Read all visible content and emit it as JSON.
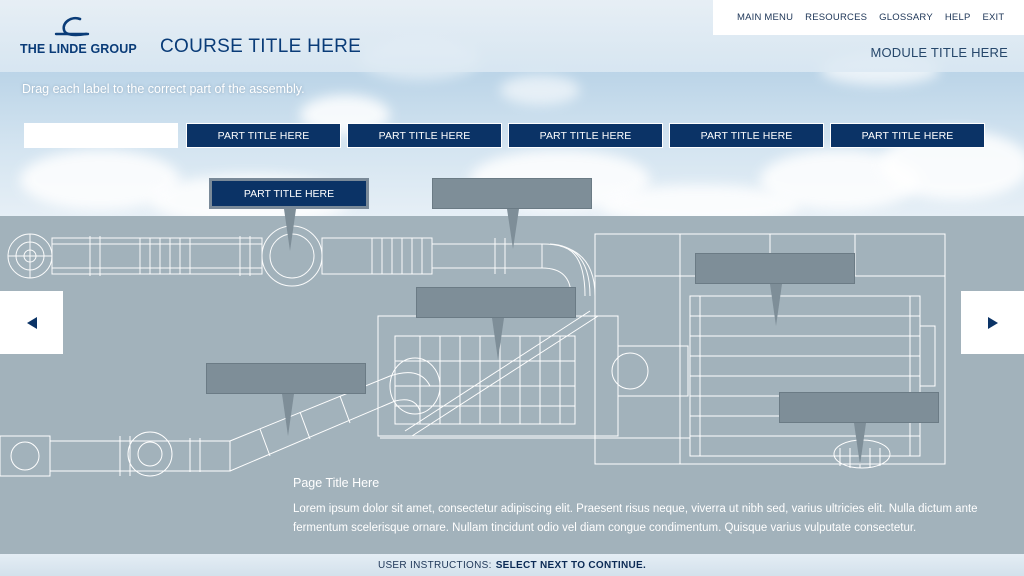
{
  "brand": {
    "name": "THE LINDE GROUP"
  },
  "header": {
    "course_title": "COURSE TITLE HERE",
    "module_title": "MODULE TITLE HERE"
  },
  "nav": {
    "items": [
      "MAIN MENU",
      "RESOURCES",
      "GLOSSARY",
      "HELP",
      "EXIT"
    ],
    "active": "MAIN MENU"
  },
  "instruction": "Drag each label to the correct part of the assembly.",
  "label_bank": [
    "",
    "PART TITLE HERE",
    "PART TITLE HERE",
    "PART TITLE HERE",
    "PART TITLE HERE",
    "PART TITLE HERE"
  ],
  "dropped_label": "PART TITLE HERE",
  "content": {
    "page_title": "Page Title Here",
    "body": "Lorem ipsum dolor sit amet, consectetur adipiscing elit. Praesent risus neque, viverra ut nibh sed, varius ultricies elit. Nulla dictum ante fermentum scelerisque ornare. Nullam tincidunt odio vel diam congue condimentum. Quisque varius vulputate consectetur."
  },
  "footer": {
    "prefix": "USER INSTRUCTIONS:",
    "action": "SELECT NEXT TO CONTINUE."
  },
  "icons": {
    "prev": "triangle-left-icon",
    "next": "triangle-right-icon",
    "logo": "linde-logo-mark"
  },
  "colors": {
    "brand_navy": "#0b3366",
    "callout_gray": "#7e8e98",
    "panel_gray": "#a2b2bb"
  }
}
